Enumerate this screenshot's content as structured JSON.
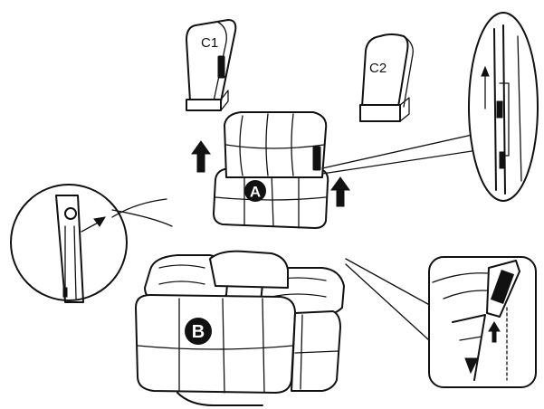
{
  "labels": {
    "backrest_left": "C1",
    "backrest_right": "C2",
    "chair_without_back": "A",
    "assembled_chair": "B"
  },
  "colors": {
    "ink": "#111111",
    "background": "#ffffff"
  },
  "icons": {
    "lift_arrow": "up-arrow-icon",
    "pointer_arrow": "diagonal-arrow-icon"
  }
}
